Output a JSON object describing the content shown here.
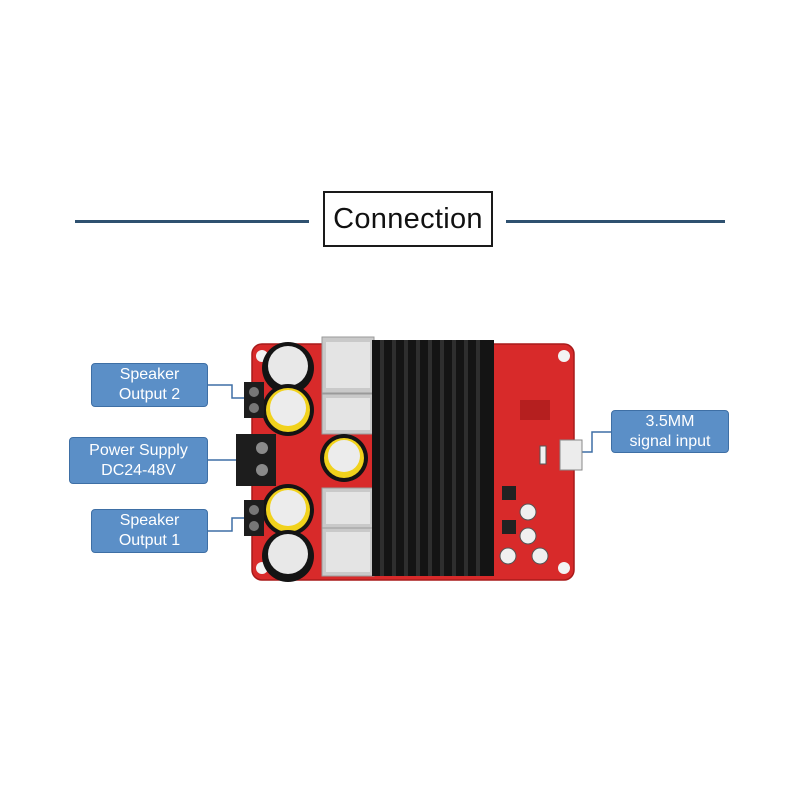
{
  "header": {
    "title": "Connection"
  },
  "labels": {
    "speaker_output_2": [
      "Speaker",
      "Output 2"
    ],
    "power_supply": [
      "Power Supply",
      "DC24-48V"
    ],
    "speaker_output_1": [
      "Speaker",
      "Output 1"
    ],
    "signal_input": [
      "3.5MM",
      "signal input"
    ]
  },
  "colors": {
    "label_fill": "#5b8fc7",
    "rule": "#2f5170",
    "board": "#d82a2a",
    "heatsink": "#141414"
  }
}
